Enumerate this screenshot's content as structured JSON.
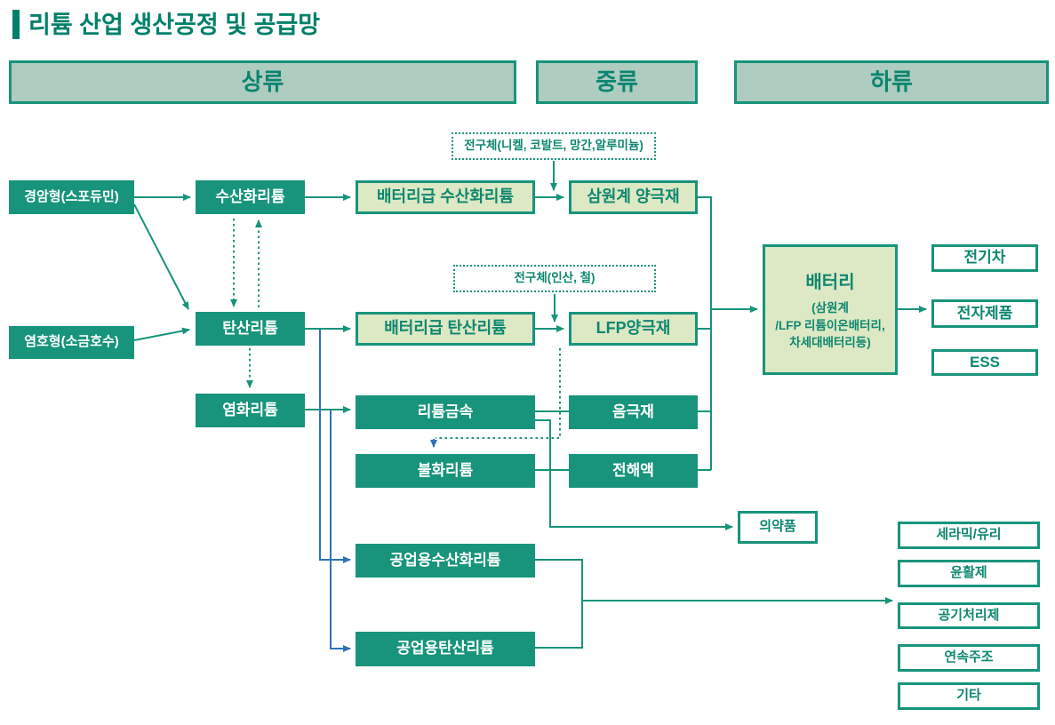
{
  "title": "리튬 산업 생산공정 및 공급망",
  "colors": {
    "teal": "#17947B",
    "teal_text": "#0E8770",
    "header_fill": "#AECCBF",
    "light_green_fill": "#DDE8C4",
    "blue_arrow": "#2E74B5",
    "white": "#ffffff"
  },
  "stage_headers": {
    "upstream": "상류",
    "midstream": "중류",
    "downstream": "하류"
  },
  "nodes": {
    "rock_type": "경암형(스포듀민)",
    "brine_type": "염호형(소금호수)",
    "lithium_hydroxide": "수산화리튬",
    "lithium_carbonate": "탄산리튬",
    "lithium_chloride": "염화리튬",
    "battery_grade_hydroxide": "배터리급 수산화리튬",
    "battery_grade_carbonate": "배터리급 탄산리튬",
    "ternary_cathode": "삼원계 양극재",
    "lfp_cathode": "LFP양극재",
    "lithium_metal": "리튬금속",
    "anode": "음극재",
    "lithium_fluoride": "불화리튬",
    "electrolyte": "전해액",
    "industrial_hydroxide": "공업용수산화리튬",
    "industrial_carbonate": "공업용탄산리튬",
    "precursor_ncma": "전구체(니켈, 코발트, 망간,알루미늄)",
    "precursor_lfp": "전구체(인산, 철)",
    "battery": {
      "title": "배터리",
      "sub1": "(삼원계",
      "sub2": "/LFP 리튬이온배터리,",
      "sub3": "차세대배터리등)"
    },
    "ev": "전기차",
    "electronics": "전자제품",
    "ess": "ESS",
    "pharma": "의약품",
    "ceramic_glass": "세라믹/유리",
    "lubricant": "윤활제",
    "air_treatment": "공기처리제",
    "continuous_casting": "연속주조",
    "etc": "기타"
  },
  "edges": [
    {
      "from": "rock_type",
      "to": "lithium_hydroxide"
    },
    {
      "from": "rock_type",
      "to": "lithium_carbonate"
    },
    {
      "from": "brine_type",
      "to": "lithium_carbonate"
    },
    {
      "from": "lithium_hydroxide",
      "to": "lithium_carbonate",
      "style": "dotted-both-ways"
    },
    {
      "from": "lithium_hydroxide",
      "to": "battery_grade_hydroxide"
    },
    {
      "from": "battery_grade_hydroxide",
      "to": "ternary_cathode"
    },
    {
      "from": "precursor_ncma",
      "to": "ternary_cathode"
    },
    {
      "from": "lithium_carbonate",
      "to": "battery_grade_carbonate"
    },
    {
      "from": "lithium_carbonate",
      "to": "lithium_chloride",
      "style": "dotted"
    },
    {
      "from": "battery_grade_carbonate",
      "to": "lfp_cathode"
    },
    {
      "from": "precursor_lfp",
      "to": "lfp_cathode"
    },
    {
      "from": "battery_grade_carbonate",
      "to": "lithium_fluoride",
      "style": "dotted"
    },
    {
      "from": "lithium_chloride",
      "to": "lithium_metal"
    },
    {
      "from": "lithium_metal",
      "to": "anode"
    },
    {
      "from": "lithium_fluoride",
      "to": "electrolyte"
    },
    {
      "from": "ternary_cathode",
      "to": "battery"
    },
    {
      "from": "lfp_cathode",
      "to": "battery"
    },
    {
      "from": "anode",
      "to": "battery"
    },
    {
      "from": "electrolyte",
      "to": "battery"
    },
    {
      "from": "battery",
      "to": "electronics"
    },
    {
      "from": "lithium_metal",
      "to": "pharma"
    },
    {
      "from": "lithium_carbonate",
      "to": "industrial_hydroxide"
    },
    {
      "from": "lithium_chloride",
      "to": "industrial_carbonate"
    },
    {
      "from": "industrial_hydroxide",
      "to": "air_treatment"
    },
    {
      "from": "industrial_carbonate",
      "to": "air_treatment"
    }
  ]
}
